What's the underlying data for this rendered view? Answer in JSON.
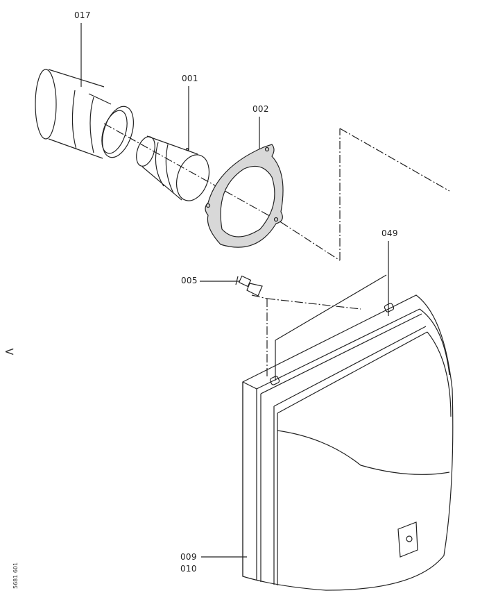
{
  "labels": {
    "part_017": "017",
    "part_001": "001",
    "part_002": "002",
    "part_049": "049",
    "part_005": "005",
    "part_009": "009",
    "part_010": "010"
  },
  "nav": {
    "prev_label": "<"
  },
  "document_number": "5681 601"
}
